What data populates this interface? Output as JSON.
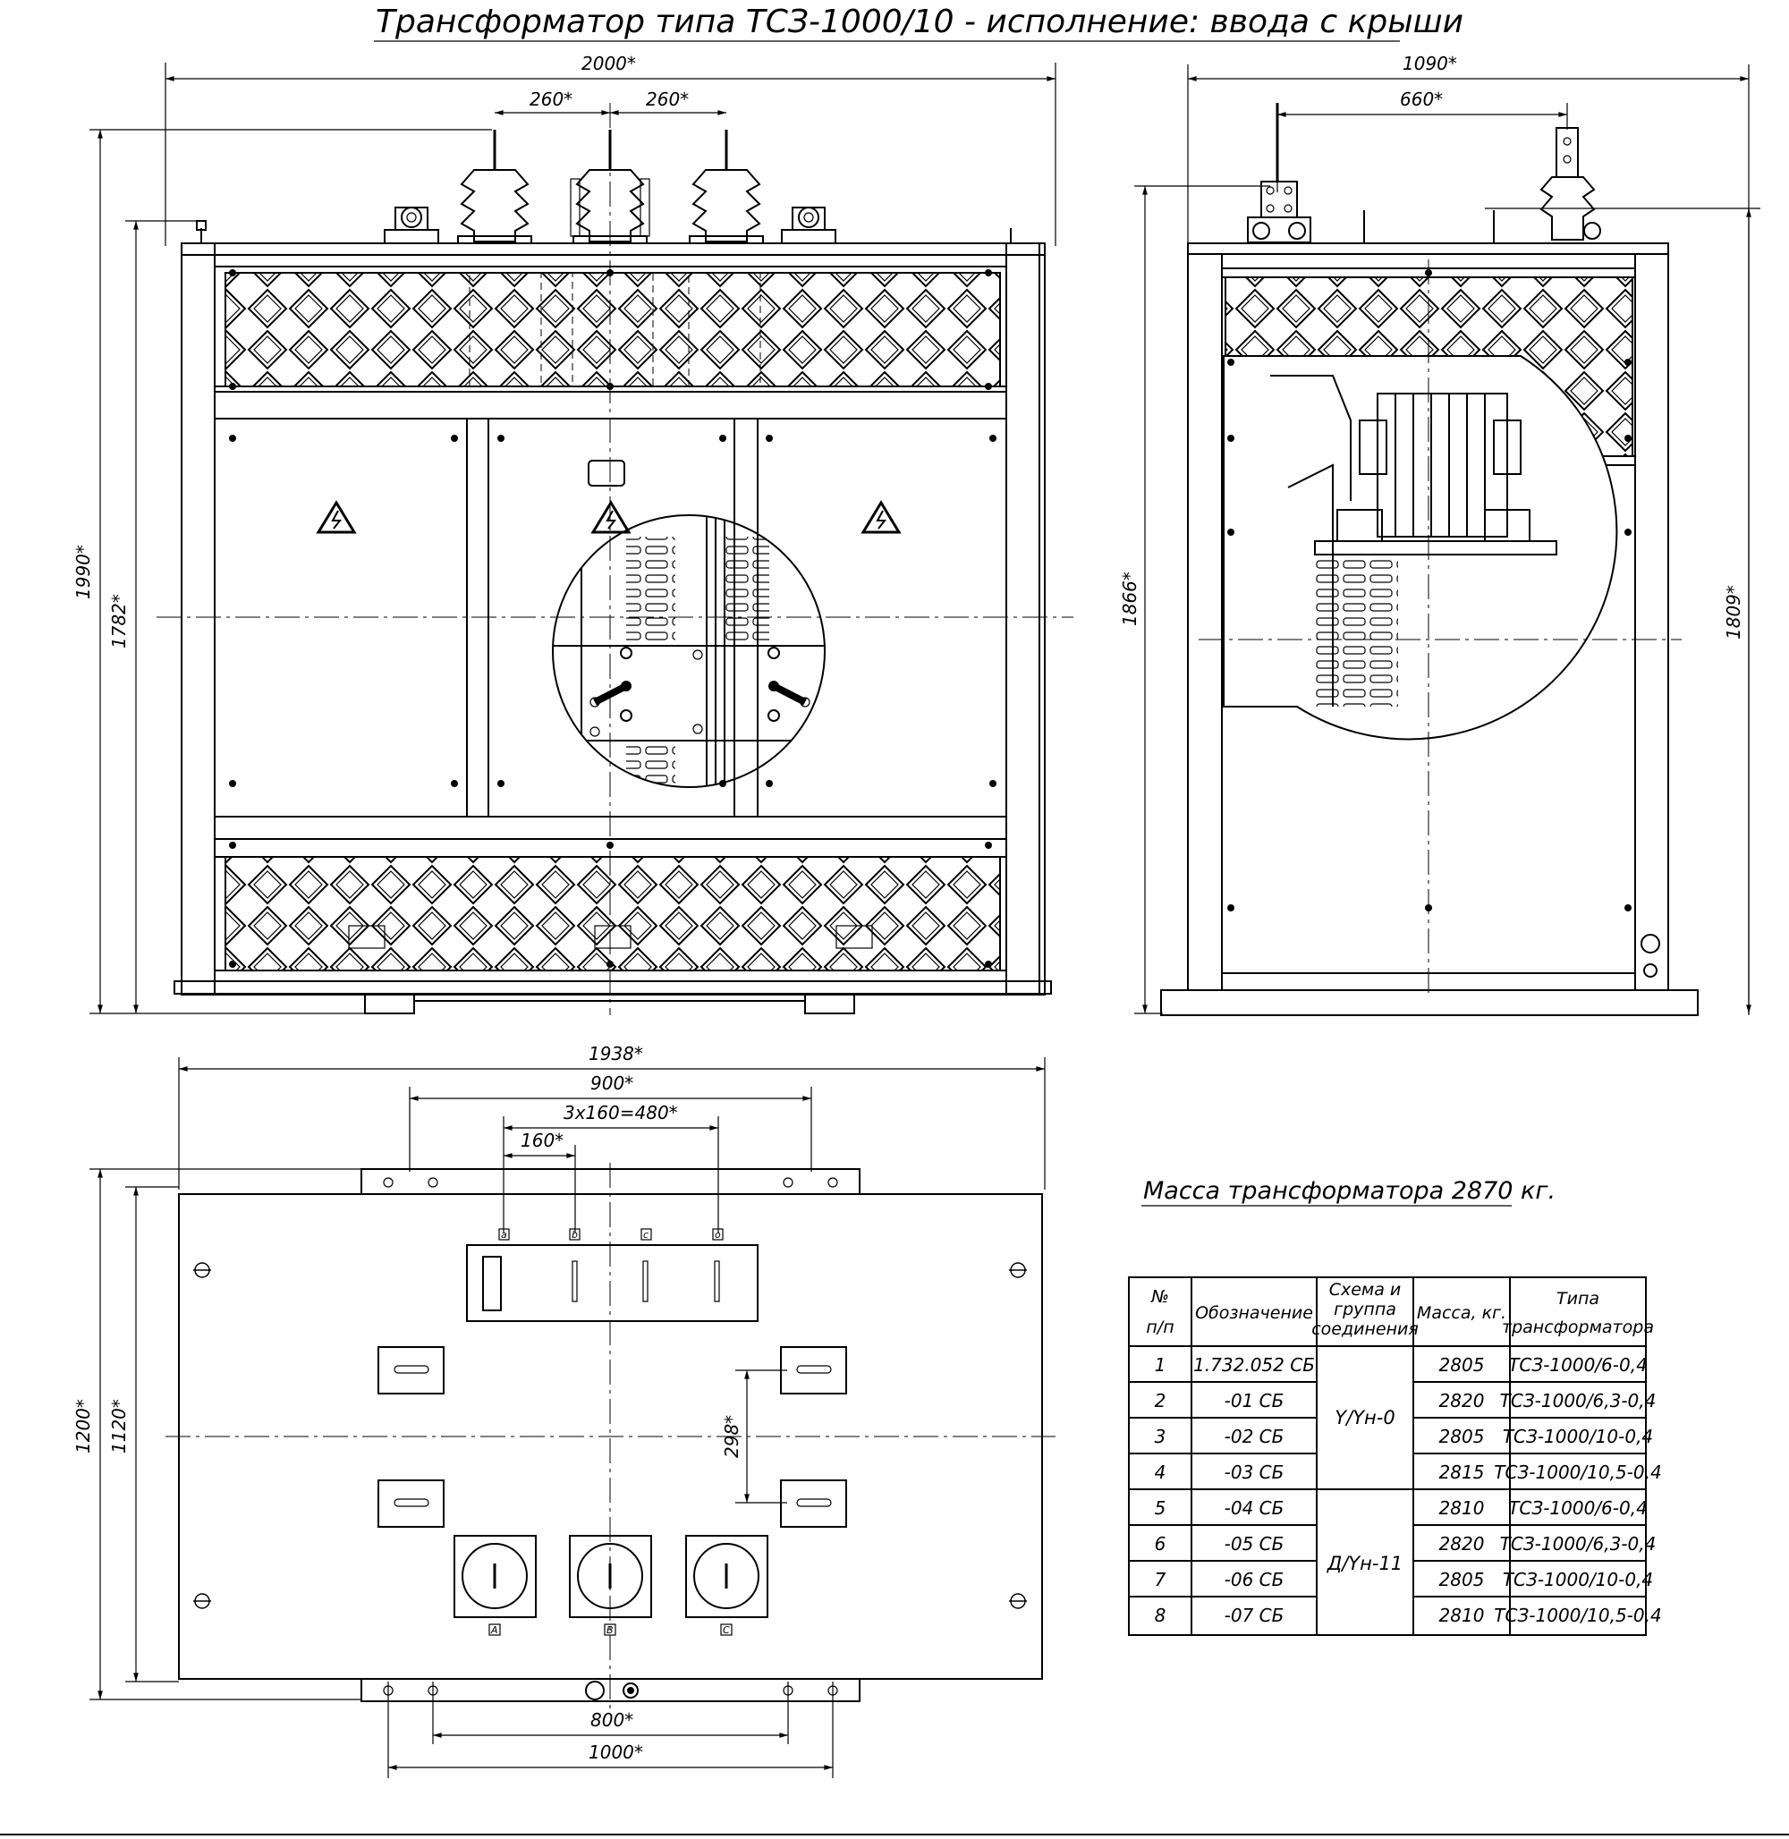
{
  "title": "Трансформатор типа ТСЗ-1000/10 - исполнение: ввода с крыши",
  "mass_note": "Масса трансформатора 2870 кг.",
  "dims": {
    "front_width": "2000*",
    "front_pitch_left": "260*",
    "front_pitch_right": "260*",
    "front_height_total": "1990*",
    "front_height_body": "1782*",
    "side_width": "1090*",
    "side_pitch": "660*",
    "side_height_total": "1866*",
    "side_height_body": "1809*",
    "plan_width": "1938*",
    "plan_900": "900*",
    "plan_480": "3x160=480*",
    "plan_160": "160*",
    "plan_height": "1200*",
    "plan_height_inner": "1120*",
    "plan_298": "298*",
    "plan_800": "800*",
    "plan_1000": "1000*"
  },
  "plan_labels": {
    "top_a": "a",
    "top_b": "b",
    "top_c": "c",
    "top_n": "o",
    "bottom_a": "A",
    "bottom_b": "B",
    "bottom_c": "C"
  },
  "table": {
    "headers": {
      "num": "№ п/п",
      "designation": "Обозначение",
      "scheme": "Схема и группа соединения",
      "mass": "Масса, кг.",
      "type": "Типа трансформатора"
    },
    "scheme_groups": [
      "Y/Yн-0",
      "Д/Yн-11"
    ],
    "rows": [
      {
        "n": "1",
        "designation": "1.732.052 СБ",
        "mass": "2805",
        "type": "ТСЗ-1000/6-0,4"
      },
      {
        "n": "2",
        "designation": "-01 СБ",
        "mass": "2820",
        "type": "ТСЗ-1000/6,3-0,4"
      },
      {
        "n": "3",
        "designation": "-02 СБ",
        "mass": "2805",
        "type": "ТСЗ-1000/10-0,4"
      },
      {
        "n": "4",
        "designation": "-03 СБ",
        "mass": "2815",
        "type": "ТСЗ-1000/10,5-0,4"
      },
      {
        "n": "5",
        "designation": "-04 СБ",
        "mass": "2810",
        "type": "ТСЗ-1000/6-0,4"
      },
      {
        "n": "6",
        "designation": "-05 СБ",
        "mass": "2820",
        "type": "ТСЗ-1000/6,3-0,4"
      },
      {
        "n": "7",
        "designation": "-06 СБ",
        "mass": "2805",
        "type": "ТСЗ-1000/10-0,4"
      },
      {
        "n": "8",
        "designation": "-07 СБ",
        "mass": "2810",
        "type": "ТСЗ-1000/10,5-0,4"
      }
    ]
  }
}
